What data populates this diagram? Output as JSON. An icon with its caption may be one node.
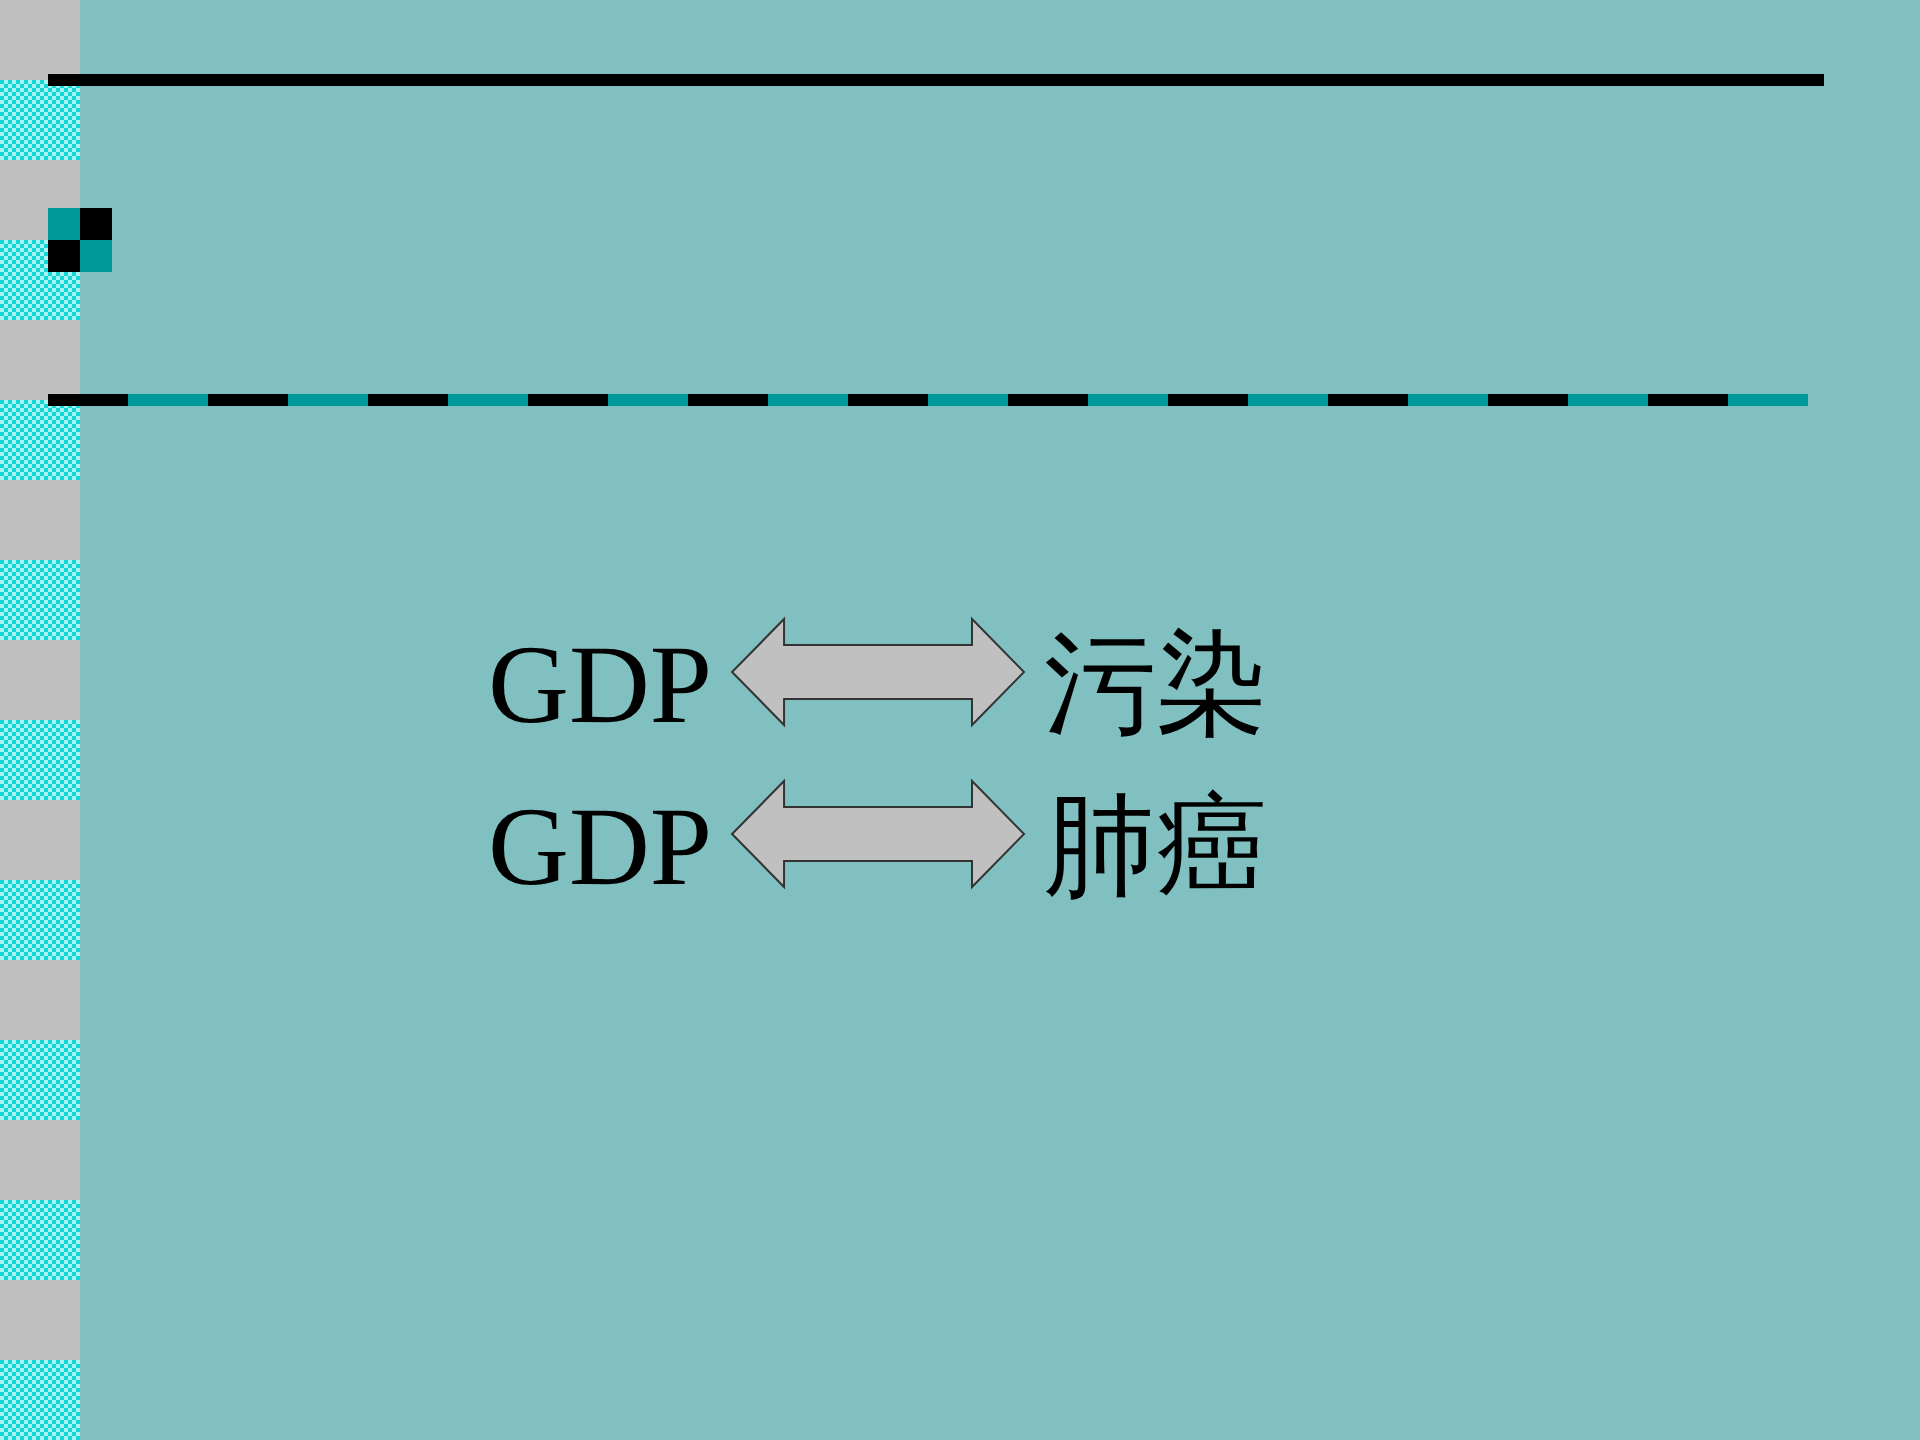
{
  "diagram": {
    "nodes": [
      {
        "text": [
          "GDP"
        ]
      },
      {
        "text": [
          "污染"
        ]
      },
      {
        "text": [
          "GDP"
        ]
      },
      {
        "text": [
          "肺癌"
        ]
      }
    ],
    "edges": [
      {
        "from": 0,
        "to": 1,
        "arrow": "both"
      },
      {
        "from": 2,
        "to": 3,
        "arrow": "both"
      }
    ]
  }
}
